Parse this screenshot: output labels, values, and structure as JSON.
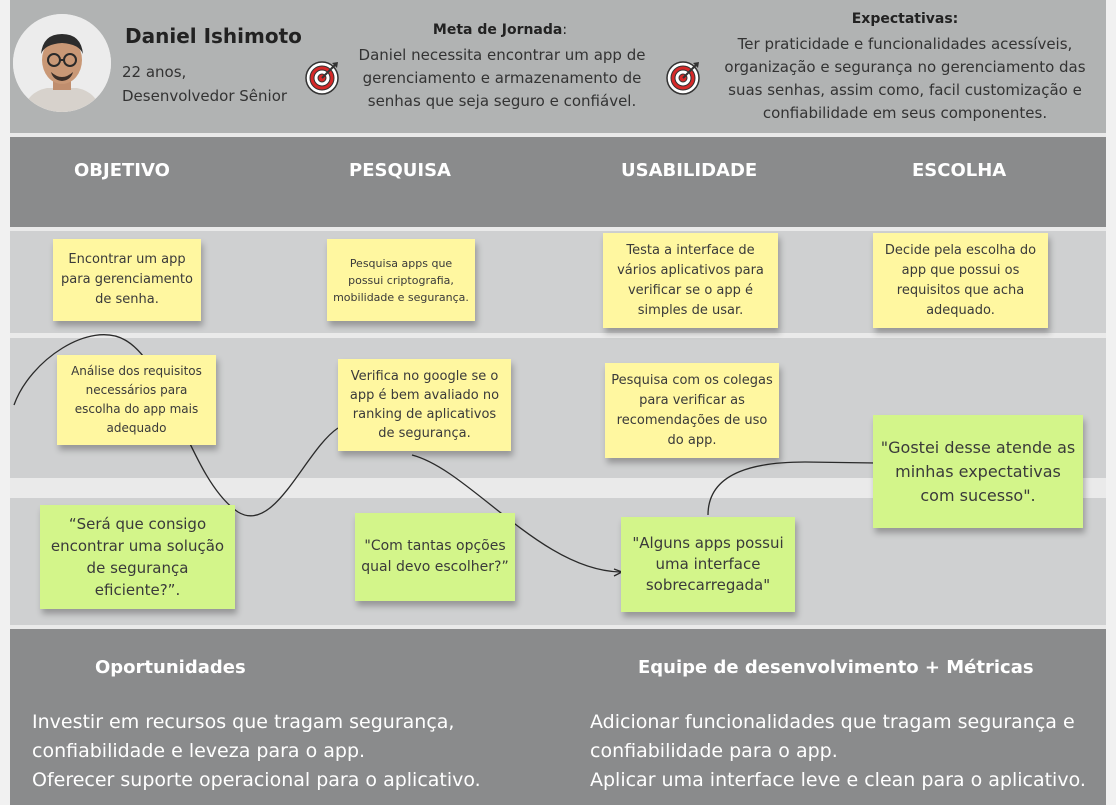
{
  "persona": {
    "name": "Daniel Ishimoto",
    "age": "22 anos,",
    "role": "Desenvolvedor Sênior"
  },
  "goal": {
    "title": "Meta de Jornada",
    "title_suffix": ":",
    "text": "Daniel necessita encontrar um app de gerenciamento e armazenamento de senhas que seja seguro e confiável."
  },
  "expectations": {
    "title": "Expectativas:",
    "text": "Ter praticidade e funcionalidades acessíveis, organização e segurança no gerenciamento das suas senhas, assim como, facil customização e confiabilidade em seus componentes."
  },
  "phases": [
    "OBJETIVO",
    "PESQUISA",
    "USABILIDADE",
    "ESCOLHA"
  ],
  "notes": {
    "objetivo_1": "Encontrar um app para gerenciamento de senha.",
    "pesquisa_1": "Pesquisa apps que possui criptografia, mobilidade e segurança.",
    "usabilidade_1": "Testa a interface de vários aplicativos para verificar se o app  é simples de usar.",
    "escolha_1": "Decide pela escolha do app que possui os requisitos que acha adequado.",
    "objetivo_2": "Análise dos requisitos necessários para escolha do app mais adequado",
    "pesquisa_2": "Verifica no google se o app é bem avaliado no ranking de aplicativos de segurança.",
    "usabilidade_2": "Pesquisa com os colegas para verificar as recomendações de uso do app.",
    "thought_objetivo": "“Será que consigo encontrar uma solução de segurança eficiente?”.",
    "thought_pesquisa": "\"Com tantas opções qual devo escolher?”",
    "thought_usabilidade": "\"Alguns apps possui uma interface sobrecarregada\"",
    "thought_escolha": "\"Gostei desse atende as minhas expectativas com sucesso\"."
  },
  "opportunities": {
    "title": "Oportunidades",
    "lines": [
      "Investir em recursos que tragam segurança,",
      "confiabilidade e leveza para o app.",
      "Oferecer suporte operacional para o aplicativo."
    ]
  },
  "team": {
    "title": "Equipe de desenvolvimento + Métricas",
    "lines": [
      "Adicionar funcionalidades que tragam segurança e",
      "confiabilidade para o app.",
      "Aplicar uma interface leve e clean para o aplicativo."
    ]
  },
  "colors": {
    "header_bg": "#b1b3b3",
    "dark_band": "#8a8b8c",
    "light_band": "#cfd0d1",
    "note_yellow": "#fff7a0",
    "note_green": "#d3f58a",
    "target_red": "#d62828"
  },
  "icons": {
    "goal": "target-icon",
    "expectations": "target-icon",
    "persona": "avatar-photo"
  }
}
